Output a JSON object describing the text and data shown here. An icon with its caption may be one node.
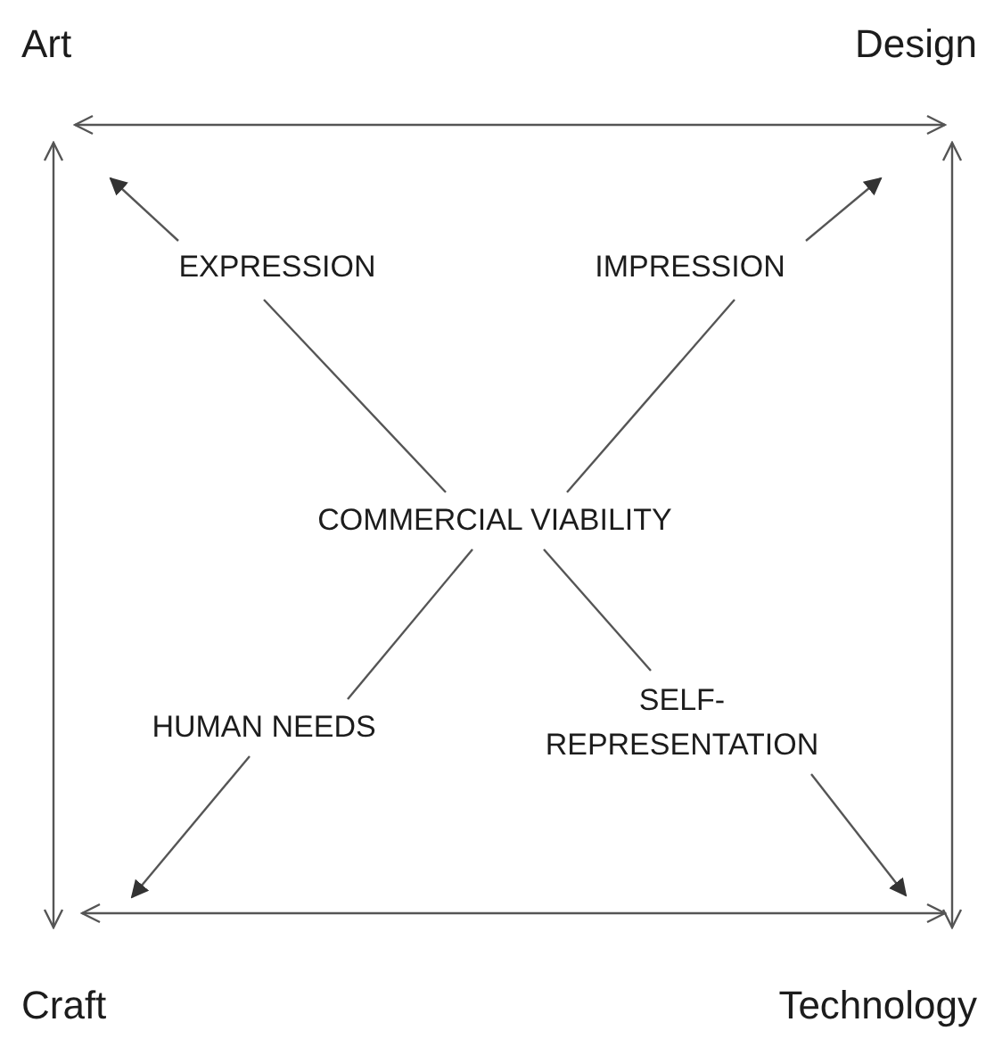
{
  "diagram": {
    "nodes": [
      {
        "text": [
          "Art"
        ]
      },
      {
        "text": [
          "Design"
        ]
      },
      {
        "text": [
          "EXPRESSION"
        ]
      },
      {
        "text": [
          "IMPRESSION"
        ]
      },
      {
        "text": [
          "COMMERCIAL VIABILITY"
        ]
      },
      {
        "text": [
          "HUMAN NEEDS"
        ]
      },
      {
        "text": [
          "SELF- REPRESENTATION"
        ]
      },
      {
        "text": [
          "Craft"
        ]
      },
      {
        "text": [
          "Technology"
        ]
      }
    ],
    "edges": [
      {
        "from": 0,
        "to": 1,
        "arrow": "both"
      },
      {
        "from": 0,
        "to": 7,
        "arrow": "both"
      },
      {
        "from": 1,
        "to": 8,
        "arrow": "both"
      },
      {
        "from": 7,
        "to": 8,
        "arrow": "both"
      },
      {
        "from": 4,
        "to": 2,
        "arrow": "none"
      },
      {
        "from": 4,
        "to": 3,
        "arrow": "none"
      },
      {
        "from": 4,
        "to": 5,
        "arrow": "none"
      },
      {
        "from": 4,
        "to": 6,
        "arrow": "none"
      },
      {
        "from": 2,
        "to": null,
        "arrow": "to"
      },
      {
        "from": 3,
        "to": null,
        "arrow": "to"
      },
      {
        "from": 5,
        "to": null,
        "arrow": "to"
      },
      {
        "from": 6,
        "to": null,
        "arrow": "to"
      }
    ]
  }
}
